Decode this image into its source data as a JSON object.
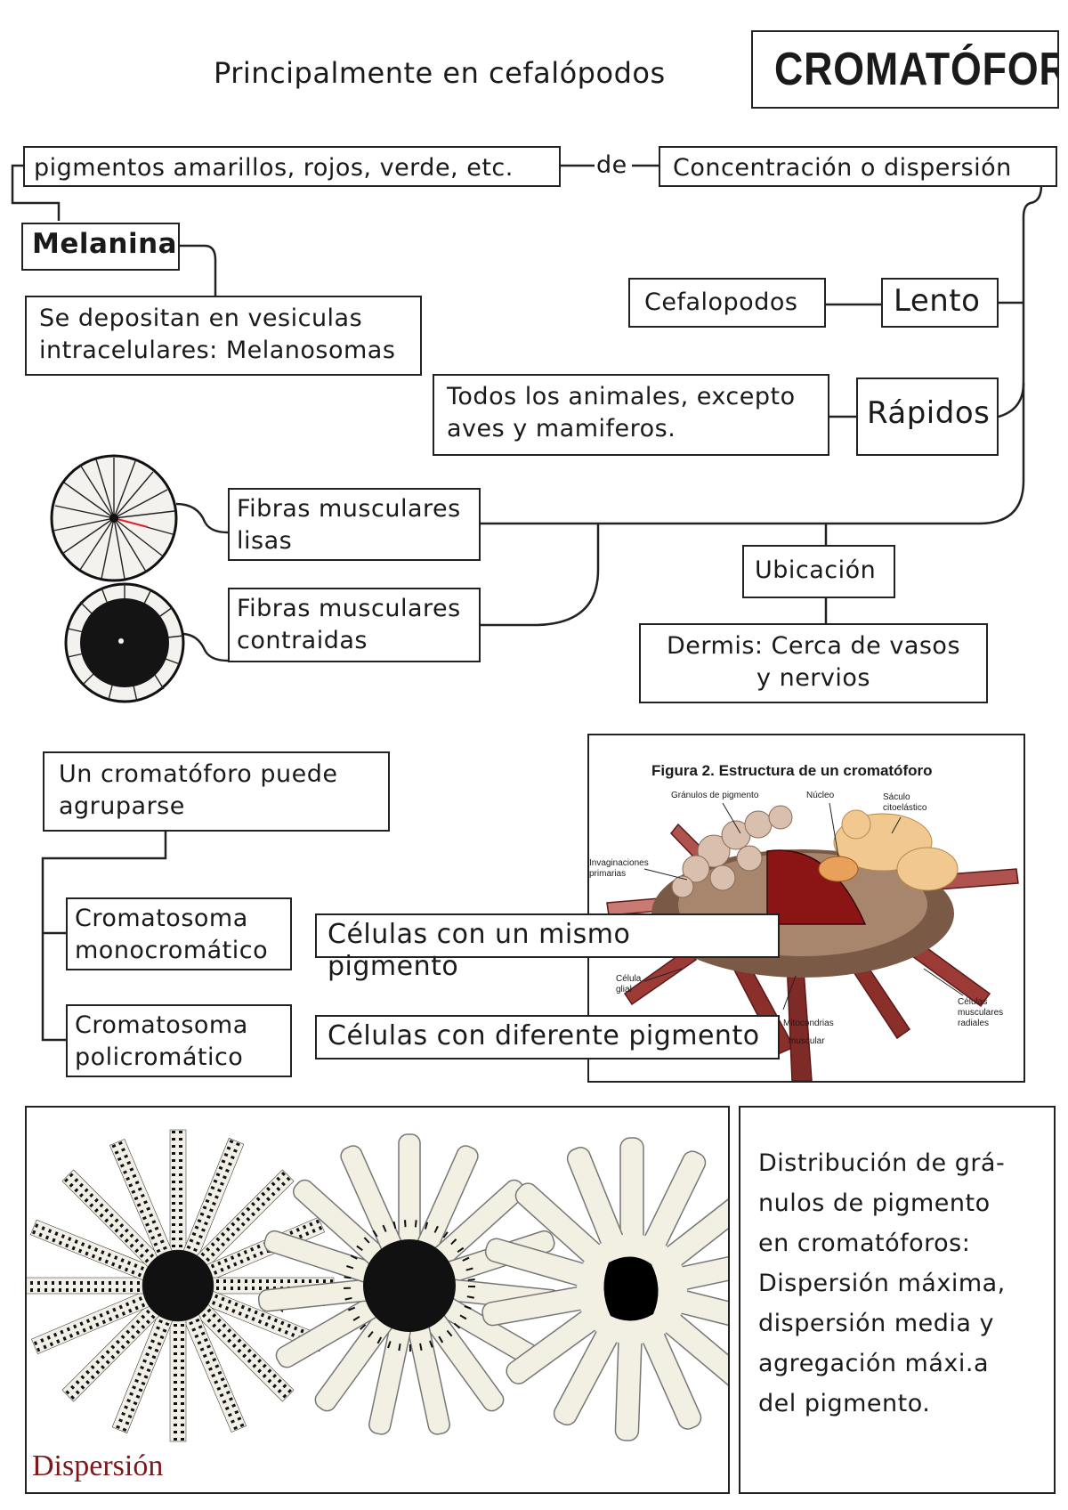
{
  "title": "CROMATÓFOROS",
  "subtitle": "Principalmente en cefalópodos",
  "nodes": {
    "pigments": "pigmentos amarillos, rojos, verde, etc.",
    "de": "de",
    "concentration": "Concentración o dispersión",
    "melanina": "Melanina",
    "melanosomas": [
      "Se depositan en vesiculas",
      "intracelulares: Melanosomas"
    ],
    "cefalopodos": "Cefalopodos",
    "lento": "Lento",
    "todos": [
      "Todos los animales, excepto",
      "aves y mamiferos."
    ],
    "rapidos": "Rápidos",
    "fibras_lisas": [
      "Fibras musculares",
      "lisas"
    ],
    "fibras_contraidas": [
      "Fibras musculares",
      "contraidas"
    ],
    "ubicacion": "Ubicación",
    "dermis": [
      "Dermis: Cerca de vasos",
      "y nervios"
    ],
    "agrupar": [
      "Un cromatóforo puede",
      "agruparse"
    ],
    "monocromatico": [
      "Cromatosoma",
      "monocromático"
    ],
    "policromatico": [
      "Cromatosoma",
      "policromático"
    ],
    "mismo_pigmento": "Células con un mismo pigmento",
    "diferente_pigmento": "Células con diferente pigmento"
  },
  "figure": {
    "title": "Figura 2. Estructura de un cromatóforo",
    "labels": {
      "granulos": "Gránulos de pigmento",
      "nucleo": "Núcleo",
      "saculo": [
        "Sáculo",
        "citoelástico"
      ],
      "invaginaciones": [
        "Invaginaciones",
        "primarias"
      ],
      "celula_glial": [
        "Célula",
        "glial"
      ],
      "mitocondrias": "Mitocondrias",
      "musculo": "muscular",
      "celulas_musculares": [
        "Células",
        "musculares",
        "radiales"
      ]
    }
  },
  "dispersion": {
    "label": "Dispersión",
    "caption": [
      "Distribución de grá-",
      "nulos de pigmento",
      "en cromatóforos:",
      "Dispersión máxima,",
      "dispersión media y",
      "agregación máxi.a",
      "del pigmento."
    ]
  }
}
